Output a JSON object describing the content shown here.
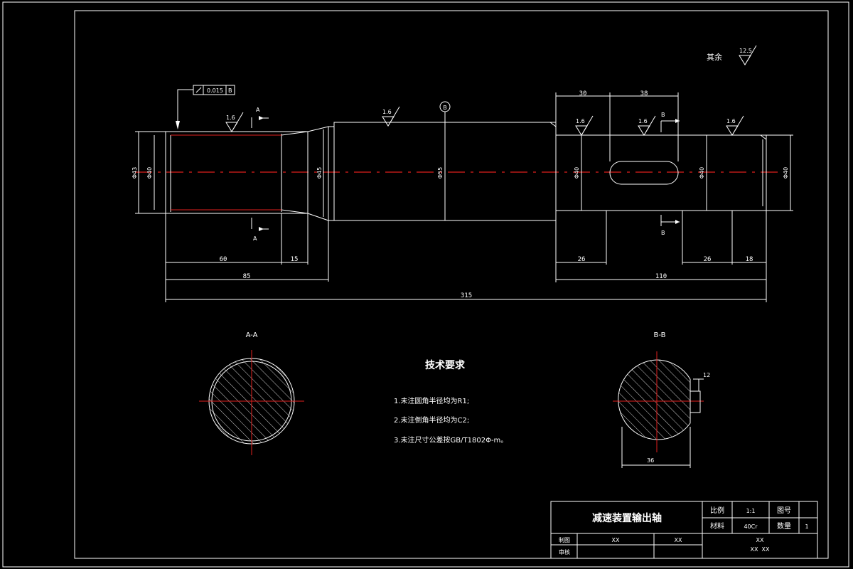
{
  "labels": {
    "roughness_other_label": "其余",
    "roughness_other_value": "12.5",
    "roughness_1": "1.6",
    "roughness_2": "1.6",
    "roughness_3": "1.6",
    "roughness_4": "1.6",
    "roughness_5": "1.6",
    "datum_label": "B",
    "runout_tolerance": "0.015",
    "runout_datum": "B",
    "section_a_top": "A",
    "section_a_bottom": "A",
    "section_b_top": "B",
    "section_b_bottom": "B"
  },
  "dimensions": {
    "d_30": "30",
    "d_38": "38",
    "d_60": "60",
    "d_15": "15",
    "d_85": "85",
    "d_315": "315",
    "d_26a": "26",
    "d_110": "110",
    "d_26b": "26",
    "d_18": "18",
    "dia_43": "Φ43",
    "dia_40a": "Φ40",
    "dia_45": "Φ45",
    "dia_55": "Φ55",
    "dia_40b": "Φ40",
    "dia_40c": "Φ40",
    "dia_40d": "Φ40",
    "keyway_depth": "12",
    "keyway_width": "36"
  },
  "sections": {
    "aa_title": "A-A",
    "bb_title": "B-B"
  },
  "notes": {
    "title": "技术要求",
    "items": [
      "1.未注圆角半径均为R1;",
      "2.未注倒角半径均为C2;",
      "3.未注尺寸公差按GB/T1802Φ-m。"
    ]
  },
  "title_block": {
    "part_name": "减速装置输出轴",
    "scale_label": "比例",
    "scale_value": "1:1",
    "drawing_no_label": "图号",
    "drawing_no_value": "",
    "material_label": "材料",
    "material_value": "40Cr",
    "quantity_label": "数量",
    "quantity_value": "1",
    "drawn_label": "制图",
    "drawn_name": "XX",
    "drawn_date": "XX",
    "checked_label": "审核",
    "checked_name": "",
    "checked_date": "",
    "company_line1": "XX",
    "company_line2": "XX  XX"
  },
  "colors": {
    "background": "#000000",
    "lines": "#ffffff",
    "centerlines": "#e0201e"
  }
}
